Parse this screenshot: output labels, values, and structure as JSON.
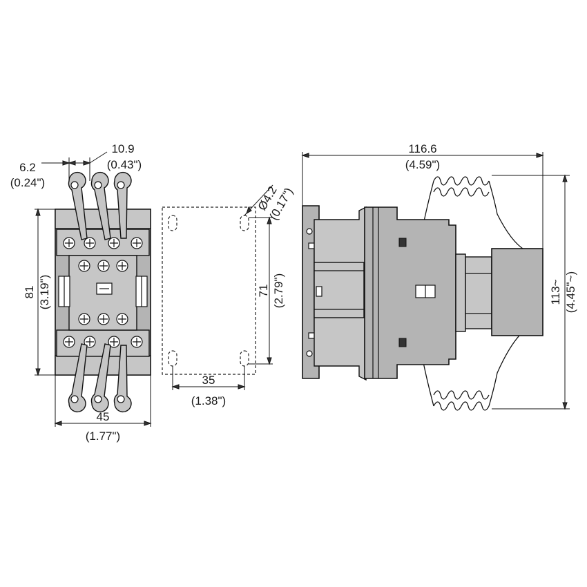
{
  "dimensions": {
    "pitch_mm": "6.2",
    "pitch_in": "(0.24\")",
    "pole_width_mm": "10.9",
    "pole_width_in": "(0.43\")",
    "height_mm": "81",
    "height_in": "(3.19\")",
    "width_mm": "45",
    "width_in": "(1.77\")",
    "hole_dia_mm": "Ø4.2",
    "hole_dia_in": "(0.17\")",
    "hole_vertical_mm": "71",
    "hole_vertical_in": "(2.79\")",
    "hole_horizontal_mm": "35",
    "hole_horizontal_in": "(1.38\")",
    "depth_mm": "116.6",
    "depth_in": "(4.59\")",
    "total_height_mm": "113~",
    "total_height_in": "(4.45\"~)"
  },
  "colors": {
    "body": "#b4b4b4",
    "body_light": "#c6c6c6",
    "line": "#111111"
  }
}
